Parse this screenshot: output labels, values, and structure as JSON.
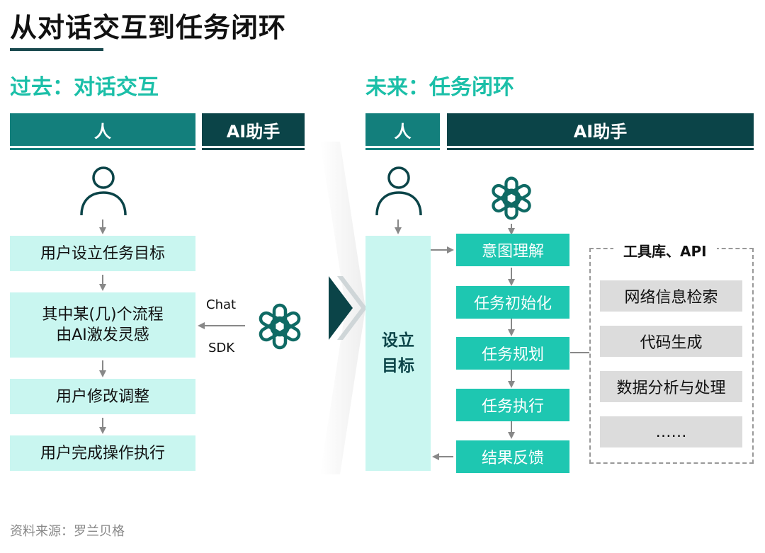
{
  "title": "从对话交互到任务闭环",
  "past": {
    "heading": "过去：对话交互",
    "header_person": "人",
    "header_ai": "AI助手",
    "steps": [
      "用户设立任务目标",
      "其中某(几)个流程\n由AI激发灵感",
      "用户修改调整",
      "用户完成操作执行"
    ],
    "chat_label": "Chat",
    "sdk_label": "SDK"
  },
  "future": {
    "heading": "未来：任务闭环",
    "header_person": "人",
    "header_ai": "AI助手",
    "goal": "设立\n目标",
    "steps": [
      "意图理解",
      "任务初始化",
      "任务规划",
      "任务执行",
      "结果反馈"
    ],
    "tools_title": "工具库、API",
    "tools": [
      "网络信息检索",
      "代码生成",
      "数据分析与处理",
      "……"
    ]
  },
  "source": "资料来源：罗兰贝格",
  "colors": {
    "teal_header": "#137f7c",
    "dark_header": "#0b4448",
    "mint": "#1ec7b1",
    "light_mint": "#c9f6f0",
    "heading_green": "#1bbfa8"
  },
  "icons": {
    "person": "person-outline-icon",
    "ai": "openai-knot-icon",
    "chevron": "chevron-right-icon"
  }
}
